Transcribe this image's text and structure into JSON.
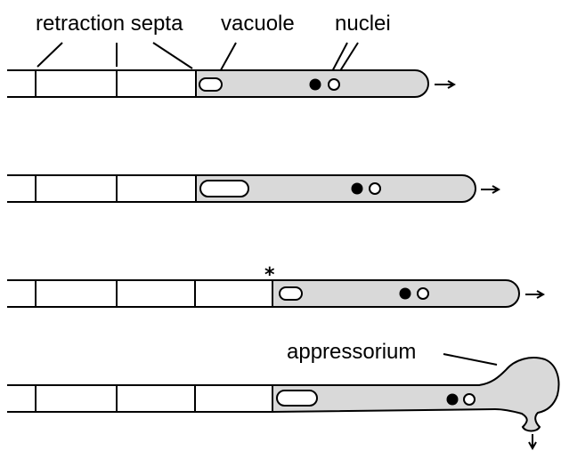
{
  "labels": {
    "retraction_septa": "retraction septa",
    "vacuole": "vacuole",
    "nuclei": "nuclei",
    "appressorium": "appressorium",
    "star_marker": "*"
  },
  "colors": {
    "cytoplasm_fill": "#d9d9d9",
    "outline": "#000000",
    "background": "#ffffff"
  },
  "icons": {
    "growth_arrow": "arrow-right-icon",
    "penetration_arrow": "arrow-down-icon"
  }
}
